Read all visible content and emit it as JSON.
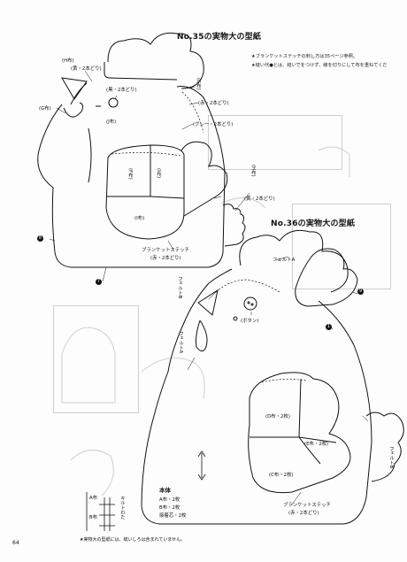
{
  "titles": {
    "no35": "No.35の実物大の型紙",
    "no36": "No.36の実物大の型紙"
  },
  "notes": [
    "★ブランケットステッチの刺し方は35ページ参照。",
    "★縫い代●とは、縫いでをつけず、線を切りにして布を重ねてくだ"
  ],
  "pattern35": {
    "labels": {
      "h": "(H布)",
      "h_sub": "(黄・2本どり)",
      "g": "(G布)",
      "eye": "(黒・2本どり)",
      "j": "(J布)",
      "g_right": "(G布)",
      "g_right_sub": "(赤・2本どり)",
      "gray": "(グレー・2本どり)",
      "wing_f": "(F布)",
      "heart_a": "(I布)",
      "heart_b": "(I布)",
      "heart_c": "(I布)",
      "h_tail": "(H布)",
      "tail_sub": "(黄・2本どり)",
      "blanket": "ブランケットステッチ",
      "blanket_sub": "(赤・2本どり)"
    },
    "badges": [
      "8",
      "7"
    ]
  },
  "pattern36": {
    "labels": {
      "felt_a_top": "フェルトA",
      "felt_b": "フェルトB",
      "button": "ボタン",
      "button_sub": "(ボタン)",
      "felt_a_side": "フェルトA",
      "d": "(D布・2枚)",
      "e": "(E布・2枚)",
      "c": "(C布・2枚)",
      "felt_b_side": "フェルトB",
      "blanket": "ブランケットステッチ",
      "blanket_sub": "(赤・2本どり)",
      "body_title": "本体",
      "body_lines": [
        "A布・2枚",
        "B布・2枚",
        "接着芯・2枚"
      ],
      "a_fabric": "A布",
      "b_fabric": "B布",
      "fold": "わ",
      "kiritoru": "キルトわた"
    },
    "badges": [
      "9",
      "1"
    ]
  },
  "footer": {
    "page_number": "64",
    "footnote": "★実物大の型紙には、縫いしろは含まれていません。"
  }
}
